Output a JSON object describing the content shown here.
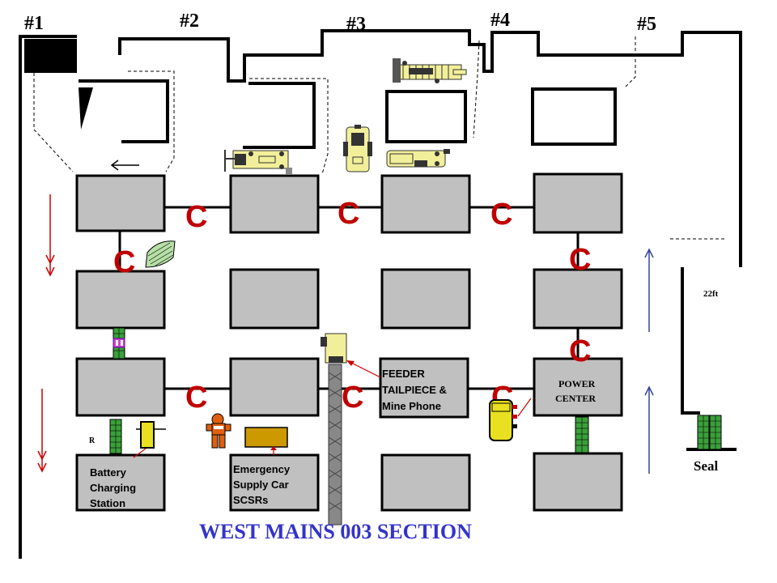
{
  "entries": [
    "#1",
    "#2",
    "#3",
    "#4",
    "#5"
  ],
  "crosscut_marker": "C",
  "labels": {
    "feeder": [
      "FEEDER",
      "TAILPIECE &",
      "Mine Phone"
    ],
    "power": [
      "POWER",
      "CENTER"
    ],
    "battery": [
      "Battery",
      "Charging",
      "Station"
    ],
    "emergency": [
      "Emergency",
      "Supply Car",
      "SCSRs"
    ],
    "seal": "Seal",
    "distance": "22ft",
    "r_marker": "R"
  },
  "title": "WEST MAINS 003 SECTION",
  "colors": {
    "crosscut": "#c00000",
    "title": "#3333cc",
    "airflow_intake": "#cc0000",
    "airflow_return": "#334499",
    "pillar": "#c0c0c0",
    "stopping": "#3aa03a",
    "equipment": "#f2ef9a",
    "power_center_unit": "#e8e020",
    "supply_car": "#cc9900",
    "miner_figure": "#e06010"
  },
  "icons": [
    "continuous-miner-icon",
    "shuttle-car-icon",
    "roof-bolter-icon",
    "scoop-icon",
    "feeder-icon",
    "belt-conveyor-icon",
    "power-center-unit-icon",
    "miner-person-icon",
    "stopping-icon",
    "seal-icon",
    "airflow-arrow-icon"
  ]
}
